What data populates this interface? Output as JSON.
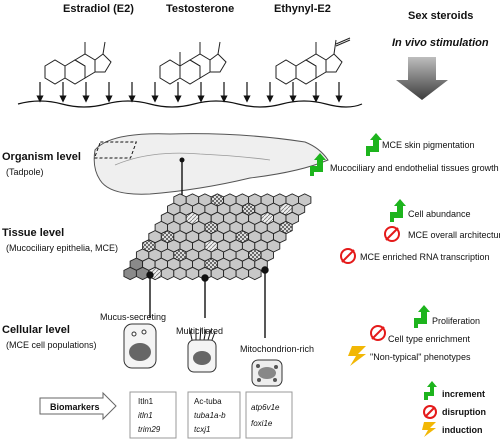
{
  "compounds": [
    "Estradiol (E2)",
    "Testosterone",
    "Ethynyl-E2"
  ],
  "header": {
    "title": "Sex steroids",
    "subtitle": "In vivo stimulation"
  },
  "levels": {
    "organism": {
      "title": "Organism level",
      "sub": "(Tadpole)"
    },
    "tissue": {
      "title": "Tissue level",
      "sub": "(Mucociliary epithelia, MCE)"
    },
    "cellular": {
      "title": "Cellular level",
      "sub": "(MCE cell populations)"
    }
  },
  "organism_effects": [
    {
      "icon": "increase",
      "text": "MCE skin pigmentation"
    },
    {
      "icon": "increase",
      "text": "Mucociliary and endothelial tissues growth"
    }
  ],
  "tissue_effects": [
    {
      "icon": "increase",
      "text": "Cell abundance"
    },
    {
      "icon": "disruption",
      "text": "MCE overall architecture"
    },
    {
      "icon": "disruption",
      "text": "MCE enriched RNA transcription"
    }
  ],
  "cellular_effects": [
    {
      "icon": "increase",
      "text": "Proliferation"
    },
    {
      "icon": "disruption",
      "text": "Cell type enrichment"
    },
    {
      "icon": "induction",
      "text": "\"Non-typical\" phenotypes"
    }
  ],
  "cell_types": [
    "Mucus-secreting",
    "Multiciliated",
    "Mitochondrion-rich"
  ],
  "biomarkers_label": "Biomarkers",
  "biomarkers": [
    [
      "Itln1",
      "itln1",
      "trim29"
    ],
    [
      "Ac-tuba",
      "tuba1a-b",
      "tcxj1"
    ],
    [
      "atp6v1e",
      "foxi1e"
    ]
  ],
  "legend": [
    {
      "icon": "increase",
      "text": "increment"
    },
    {
      "icon": "disruption",
      "text": "disruption"
    },
    {
      "icon": "induction",
      "text": "induction"
    }
  ],
  "colors": {
    "increase": "#1db41d",
    "disruption": "#e41a1a",
    "induction": "#f2b705",
    "cell_fill": "#c8c8c8"
  }
}
